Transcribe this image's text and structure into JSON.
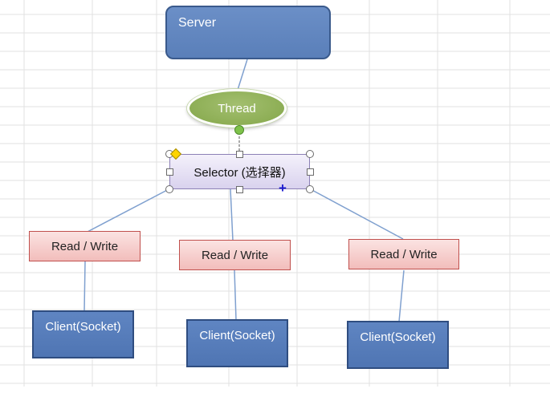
{
  "diagram": {
    "server": {
      "label": "Server"
    },
    "thread": {
      "label": "Thread"
    },
    "selector": {
      "label": "Selector (选择器)"
    },
    "read_write": [
      {
        "label": "Read / Write"
      },
      {
        "label": "Read / Write"
      },
      {
        "label": "Read / Write"
      }
    ],
    "clients": [
      {
        "label": "Client(Socket)"
      },
      {
        "label": "Client(Socket)"
      },
      {
        "label": "Client(Socket)"
      }
    ]
  },
  "colors": {
    "server_fill": "#5a7fb9",
    "thread_fill": "#8dae55",
    "selector_fill": "#dcd5f0",
    "read_write_fill": "#f4c7c5",
    "client_fill": "#4f75b3",
    "connector": "#7fa0cf",
    "grid": "#dcdcdc"
  }
}
